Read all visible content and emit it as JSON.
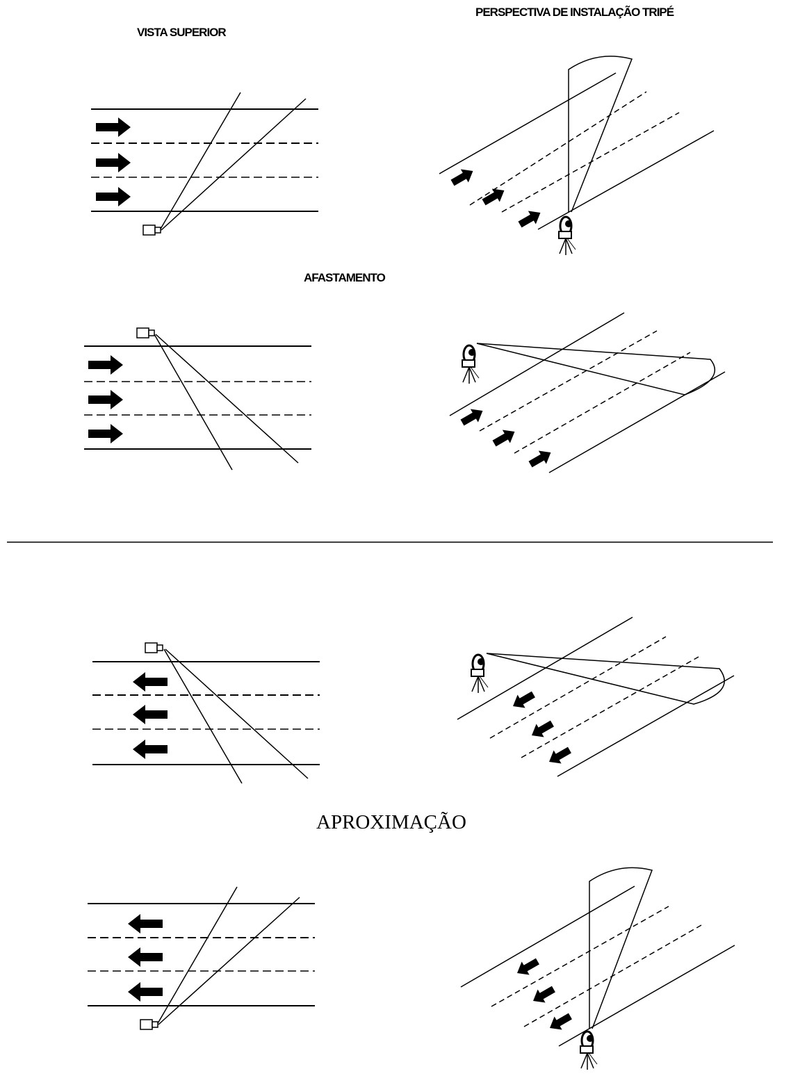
{
  "labels": {
    "top_view": "VISTA SUPERIOR",
    "perspective": "PERSPECTIVA DE INSTALAÇÃO TRIPÉ",
    "receding": "AFASTAMENTO",
    "approaching": "APROXIMAÇÃO"
  },
  "icons": {
    "radar": "radar-device-icon",
    "tripod": "tripod-radar-icon",
    "arrow_right": "traffic-arrow-right-icon",
    "arrow_left": "traffic-arrow-left-icon"
  }
}
